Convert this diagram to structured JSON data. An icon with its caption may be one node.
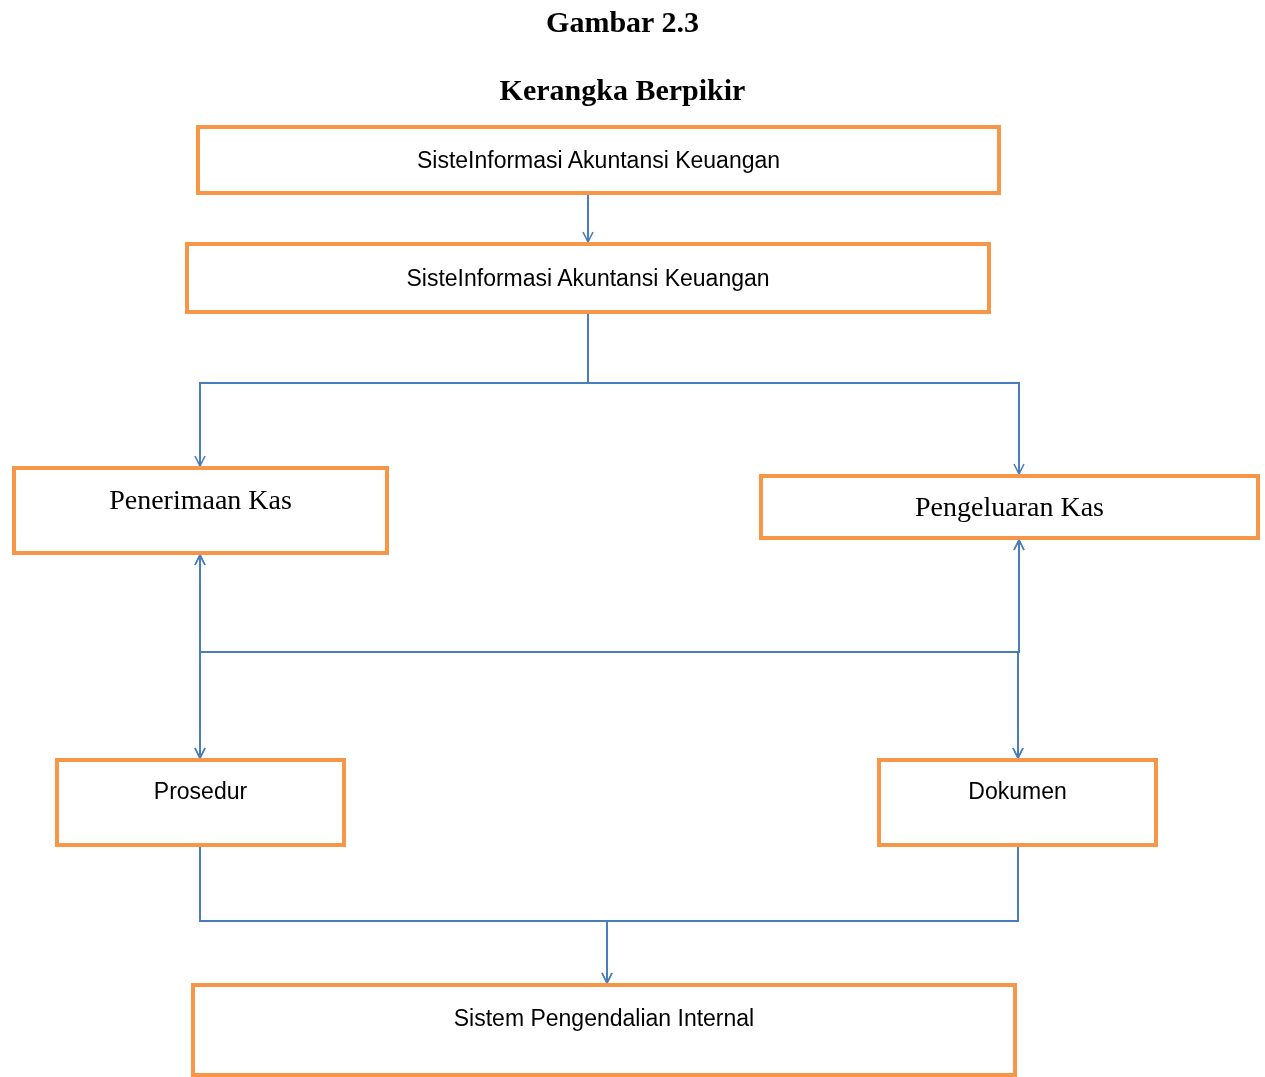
{
  "diagram": {
    "title": "Gambar 2.3",
    "caption": "Kerangka Berpikir",
    "nodes": [
      {
        "text": [
          "SisteInformasi Akuntansi Keuangan"
        ]
      },
      {
        "text": [
          "SisteInformasi Akuntansi Keuangan"
        ]
      },
      {
        "text": [
          "Penerimaan Kas"
        ]
      },
      {
        "text": [
          "Pengeluaran Kas"
        ]
      },
      {
        "text": [
          "Prosedur"
        ]
      },
      {
        "text": [
          "Dokumen"
        ]
      },
      {
        "text": [
          "Sistem Pengendalian Internal"
        ]
      }
    ],
    "edges": [
      {
        "from": 0,
        "to": 1,
        "arrow": "to"
      },
      {
        "from": 1,
        "to": 2,
        "arrow": "to"
      },
      {
        "from": 1,
        "to": 3,
        "arrow": "to"
      },
      {
        "from": 2,
        "to": 4,
        "arrow": "both"
      },
      {
        "from": 2,
        "to": 5,
        "arrow": "both"
      },
      {
        "from": 3,
        "to": 4,
        "arrow": "both"
      },
      {
        "from": 3,
        "to": 5,
        "arrow": "both"
      },
      {
        "from": 4,
        "to": 6,
        "arrow": "to"
      },
      {
        "from": 5,
        "to": 6,
        "arrow": "to"
      }
    ]
  }
}
